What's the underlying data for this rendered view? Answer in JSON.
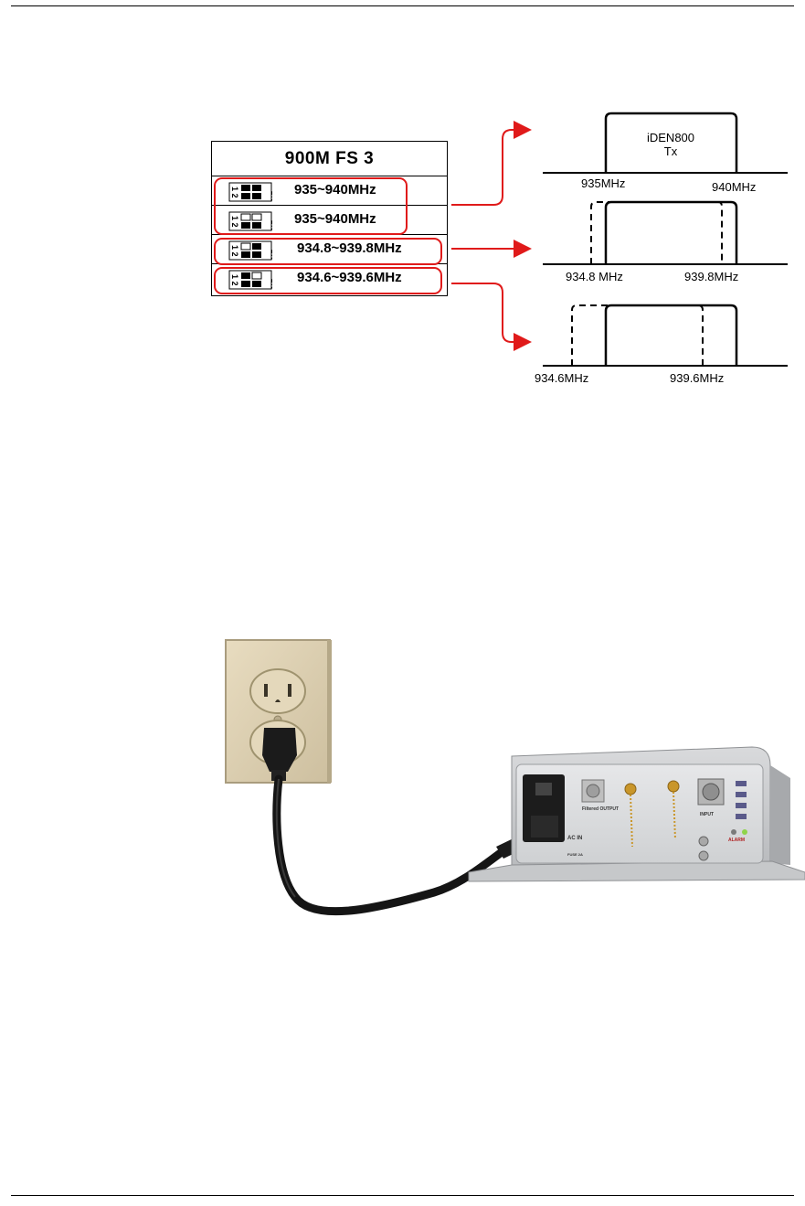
{
  "table": {
    "title": "900M FS 3",
    "rows": [
      {
        "dip_label": "ON",
        "dip_numbers": "1 2",
        "freq": "935~940MHz"
      },
      {
        "dip_label": "ON",
        "dip_numbers": "1 2",
        "freq": "935~940MHz"
      },
      {
        "dip_label": "ON",
        "dip_numbers": "1 2",
        "freq": "934.8~939.8MHz"
      },
      {
        "dip_label": "ON",
        "dip_numbers": "1 2",
        "freq": "934.6~939.6MHz"
      }
    ]
  },
  "bands": [
    {
      "band_name": "iDEN800",
      "band_sub": "Tx",
      "low": "935MHz",
      "high": "940MHz"
    },
    {
      "low": "934.8 MHz",
      "high": "939.8MHz"
    },
    {
      "low": "934.6MHz",
      "high": "939.6MHz"
    }
  ],
  "photo": {
    "port_labels": {
      "filtered_output": "Filtered OUTPUT",
      "input": "INPUT",
      "ac_in": "AC IN",
      "fuse": "FUSE 2A",
      "alarm": "ALARM"
    }
  },
  "colors": {
    "highlight": "#e01a1a",
    "arrow": "#e01a1a"
  }
}
